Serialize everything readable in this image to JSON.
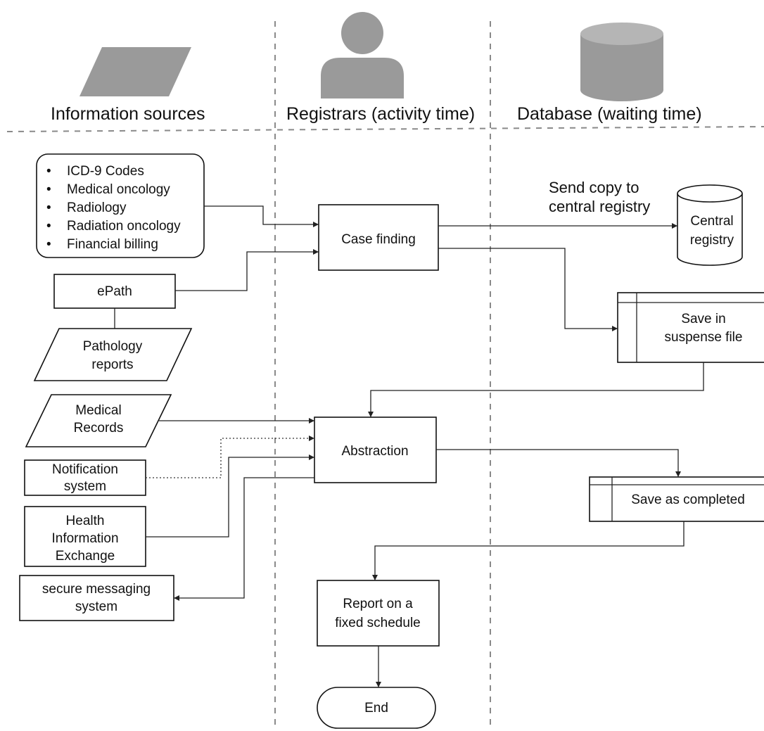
{
  "lanes": {
    "sources": "Information  sources",
    "registrars": "Registrars (activity time)",
    "database": "Database (waiting time)"
  },
  "nodes": {
    "source_list": [
      "ICD-9 Codes",
      "Medical oncology",
      "Radiology",
      "Radiation oncology",
      "Financial billing"
    ],
    "bullet": "•",
    "epath": "ePath",
    "pathology": [
      "Pathology",
      "reports"
    ],
    "medical_records": [
      "Medical",
      "Records"
    ],
    "notification": [
      "Notification",
      "system"
    ],
    "hie": [
      "Health",
      "Information",
      "Exchange"
    ],
    "secure_msg": [
      "secure messaging",
      "system"
    ],
    "case_finding": "Case finding",
    "abstraction": "Abstraction",
    "report": [
      "Report on a",
      "fixed schedule"
    ],
    "end": "End",
    "central_registry": [
      "Central",
      "registry"
    ],
    "suspense": [
      "Save in",
      "suspense file"
    ],
    "completed": "Save as completed"
  },
  "annotations": {
    "send_copy": [
      "Send copy to",
      "central registry"
    ]
  },
  "colors": {
    "icon_gray": "#9a9a9a",
    "divider_gray": "#8a8a8a",
    "line": "#222222"
  },
  "icons": [
    "parallelogram-icon",
    "person-icon",
    "database-cylinder-icon"
  ]
}
